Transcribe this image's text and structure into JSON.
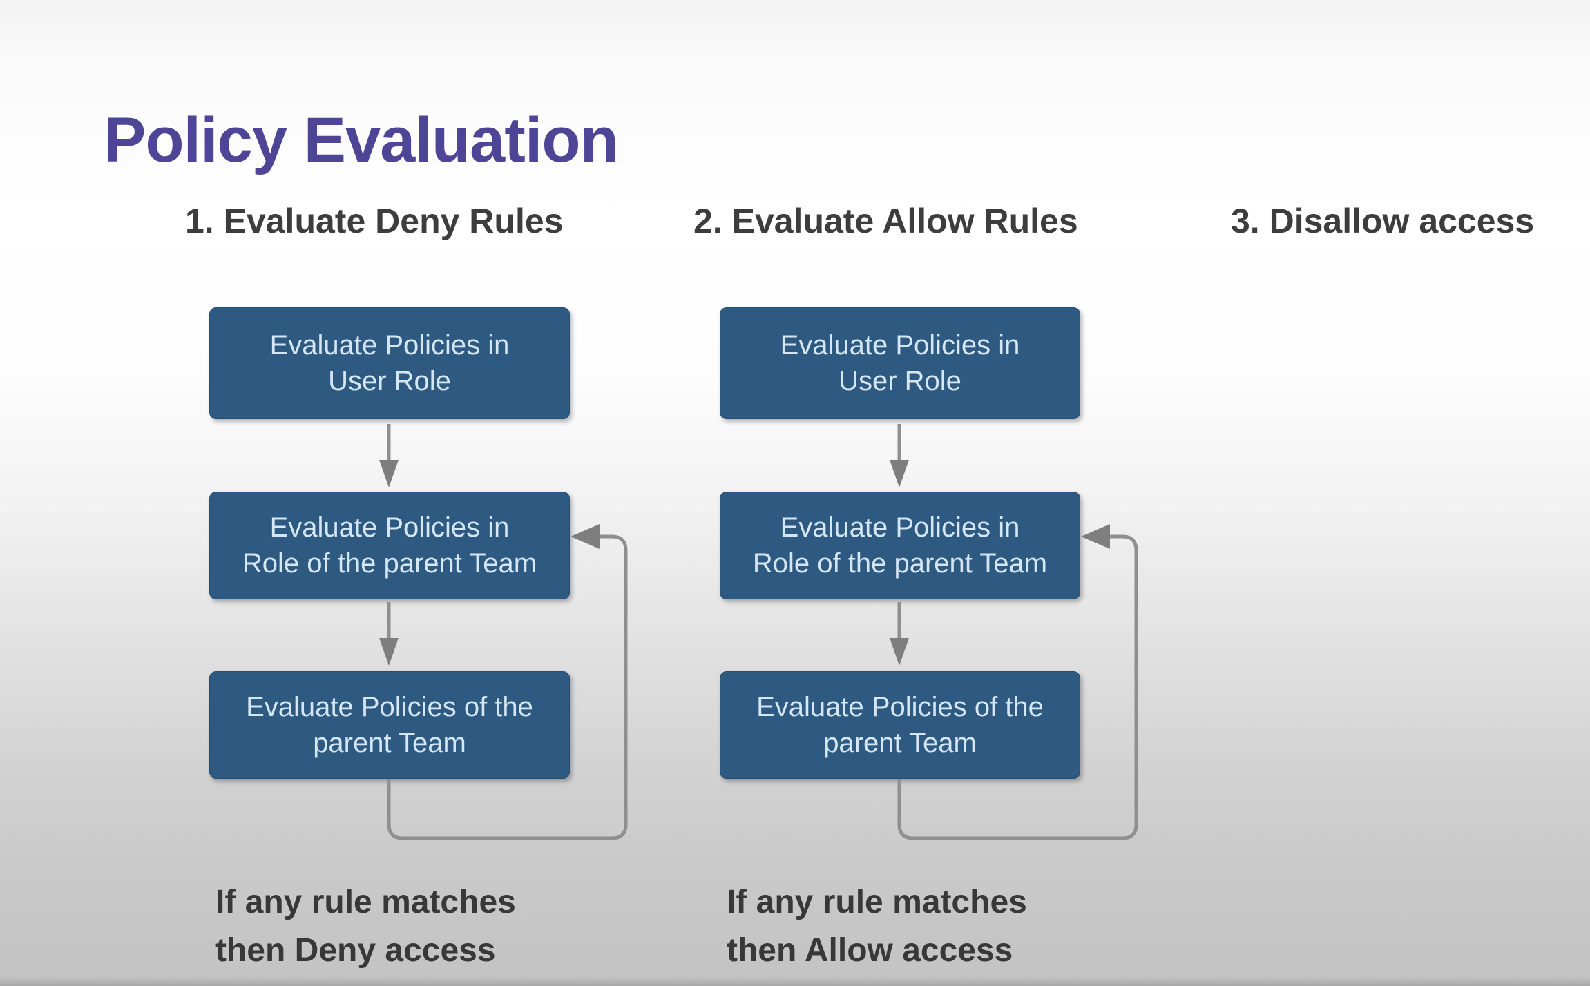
{
  "slide": {
    "title": "Policy Evaluation",
    "steps": [
      {
        "label": "1. Evaluate Deny Rules"
      },
      {
        "label": "2. Evaluate Allow Rules"
      },
      {
        "label": "3. Disallow access"
      }
    ],
    "flows": [
      {
        "name": "deny",
        "boxes": [
          {
            "line1": "Evaluate Policies in",
            "line2": "User Role"
          },
          {
            "line1": "Evaluate Policies in",
            "line2": "Role of the parent Team"
          },
          {
            "line1": "Evaluate Policies of the",
            "line2": "parent Team"
          }
        ],
        "caption": {
          "line1": "If any rule matches",
          "line2": "then Deny access"
        }
      },
      {
        "name": "allow",
        "boxes": [
          {
            "line1": "Evaluate Policies in",
            "line2": "User Role"
          },
          {
            "line1": "Evaluate Policies in",
            "line2": "Role of the parent Team"
          },
          {
            "line1": "Evaluate Policies of the",
            "line2": "parent Team"
          }
        ],
        "caption": {
          "line1": "If any rule matches",
          "line2": "then Allow access"
        }
      }
    ]
  },
  "colors": {
    "title_color": "#4f4597",
    "heading_color": "#3d3d3d",
    "box_bg": "#2e5a82",
    "box_text": "#d5e6f4",
    "caption_color": "#383838",
    "arrow_line": "#8f8f8f",
    "arrow_head": "#7e7e7e",
    "bg_top": "#f2f2f3",
    "bg_middle": "#ffffff",
    "bg_bottom": "#c3c3c3"
  }
}
